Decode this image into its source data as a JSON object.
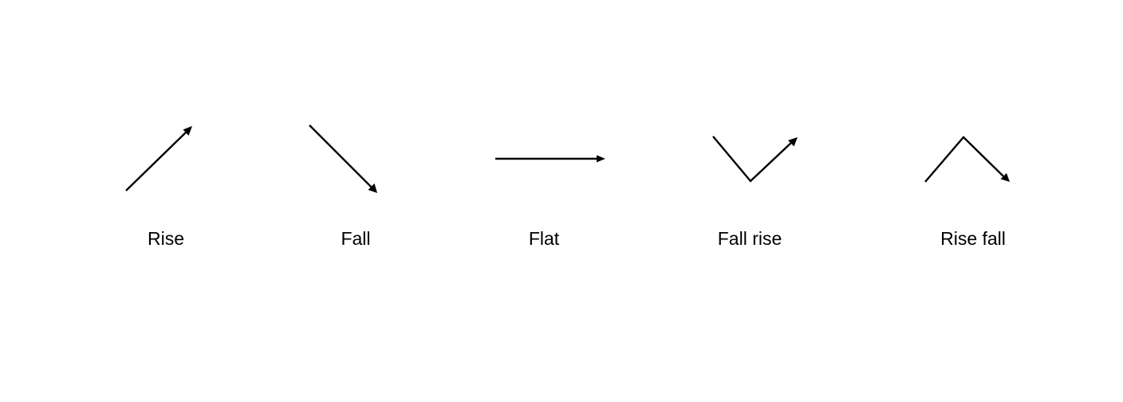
{
  "labels": {
    "rise": "Rise",
    "fall": "Fall",
    "flat": "Flat",
    "fall_rise": "Fall rise",
    "rise_fall": "Rise fall"
  },
  "colors": {
    "stroke": "#000000",
    "background": "#ffffff"
  }
}
